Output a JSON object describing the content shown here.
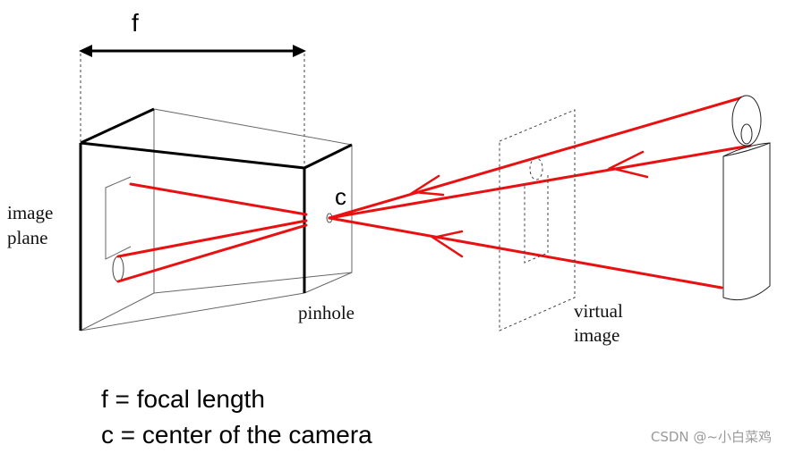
{
  "labels": {
    "f": "f",
    "c": "c",
    "image_plane_line1": "image",
    "image_plane_line2": "plane",
    "pinhole": "pinhole",
    "virtual_line1": "virtual",
    "virtual_line2": "image"
  },
  "legend": {
    "line1": "f = focal length",
    "line2": "c = center of the camera"
  },
  "watermark": "CSDN @~小白菜鸡",
  "colors": {
    "ray": "#e81010",
    "lines": "#666666",
    "thick": "#000000"
  }
}
